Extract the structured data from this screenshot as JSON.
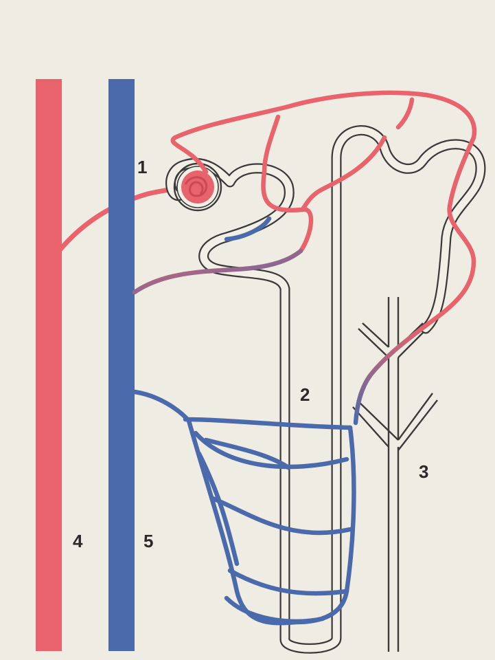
{
  "labels": {
    "l1": "1",
    "l2": "2",
    "l3": "3",
    "l4": "4",
    "l5": "5"
  },
  "colors": {
    "paper": "#efece3",
    "artery": "#e8636b",
    "vein": "#4a6aab",
    "tubule_outline": "#3a3a3a",
    "tubule_fill": "#f2efe6"
  }
}
